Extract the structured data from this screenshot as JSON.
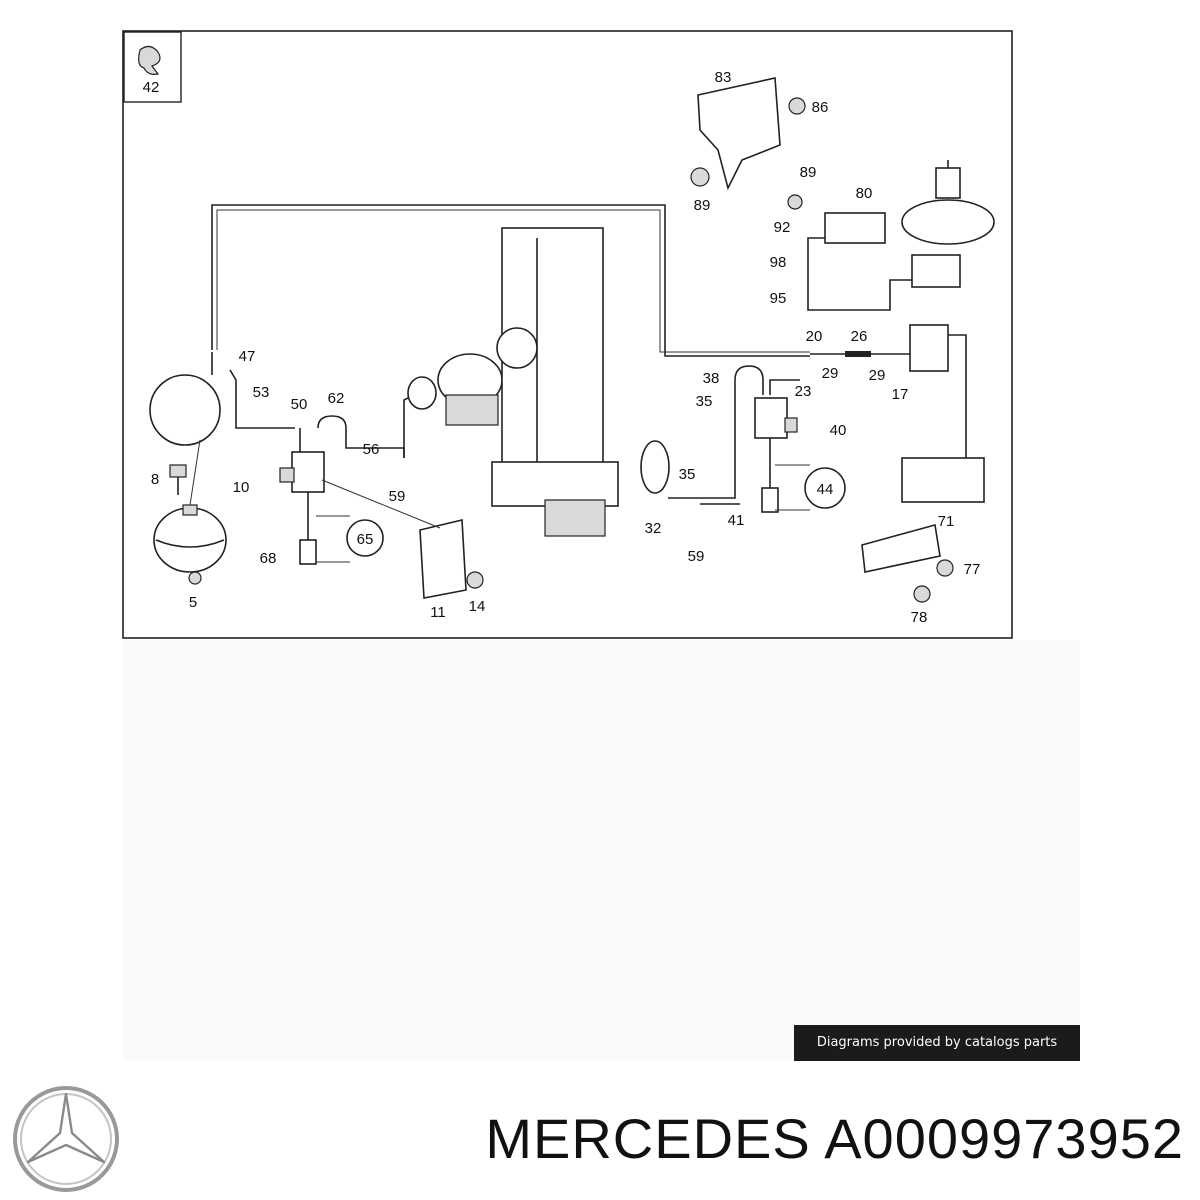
{
  "diagram": {
    "labels": [
      "42",
      "83",
      "86",
      "89",
      "89",
      "80",
      "92",
      "98",
      "95",
      "20",
      "26",
      "29",
      "29",
      "17",
      "23",
      "38",
      "35",
      "40",
      "47",
      "53",
      "50",
      "62",
      "56",
      "59",
      "10",
      "8",
      "65",
      "68",
      "5",
      "11",
      "14",
      "35",
      "32",
      "59",
      "41",
      "44",
      "71",
      "77",
      "78"
    ]
  },
  "credit": {
    "text": "Diagrams provided by catalogs parts"
  },
  "product": {
    "brand": "MERCEDES",
    "part_number": "A0009973952"
  }
}
